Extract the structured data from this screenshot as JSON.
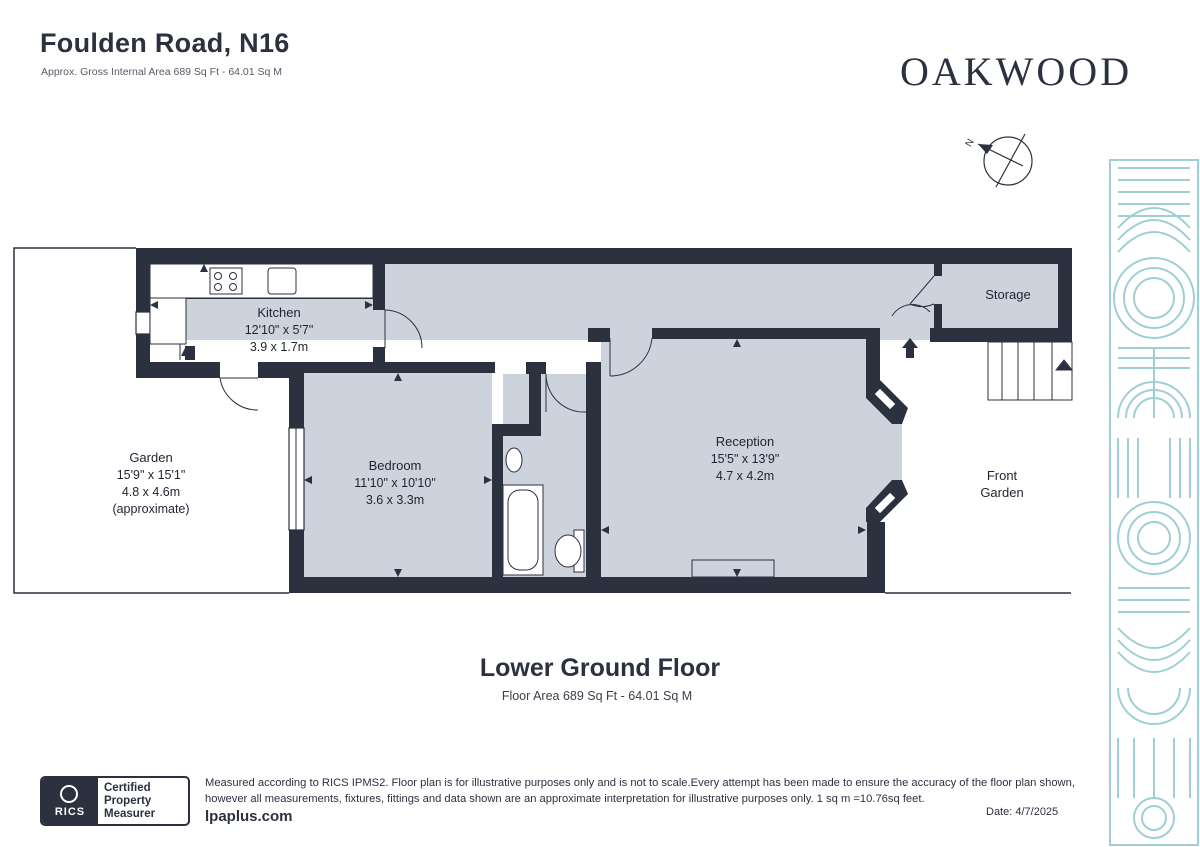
{
  "header": {
    "title": "Foulden Road, N16",
    "subtitle": "Approx. Gross Internal Area 689 Sq Ft - 64.01 Sq M",
    "brand": "OAKWOOD"
  },
  "compass": {
    "label": "N"
  },
  "rooms": {
    "kitchen": {
      "name": "Kitchen",
      "imperial": "12'10\" x 5'7\"",
      "metric": "3.9 x 1.7m"
    },
    "storage": {
      "name": "Storage"
    },
    "garden": {
      "name": "Garden",
      "imperial": "15'9\" x 15'1\"",
      "metric": "4.8 x 4.6m",
      "note": "(approximate)"
    },
    "bedroom": {
      "name": "Bedroom",
      "imperial": "11'10\" x 10'10\"",
      "metric": "3.6 x 3.3m"
    },
    "reception": {
      "name": "Reception",
      "imperial": "15'5\" x 13'9\"",
      "metric": "4.7 x 4.2m"
    },
    "front_garden": {
      "name_line1": "Front",
      "name_line2": "Garden"
    }
  },
  "floor": {
    "name": "Lower Ground Floor",
    "area": "Floor Area 689 Sq Ft - 64.01 Sq M"
  },
  "footer": {
    "rics_text": "RICS",
    "badge_line1": "Certified",
    "badge_line2": "Property",
    "badge_line3": "Measurer",
    "website": "lpaplus.com",
    "disclaimer_line1": "Measured according to RICS IPMS2. Floor plan is for illustrative purposes only and is not to scale.Every attempt has been made to ensure the accuracy of the floor plan shown,",
    "disclaimer_line2": "however all measurements, fixtures, fittings and data shown are an approximate interpretation for illustrative purposes only. 1 sq m =10.76sq feet.",
    "date": "Date: 4/7/2025"
  },
  "colors": {
    "wall": "#2c3140",
    "floor": "#ccd3dc",
    "decor": "#9fcfd4"
  }
}
